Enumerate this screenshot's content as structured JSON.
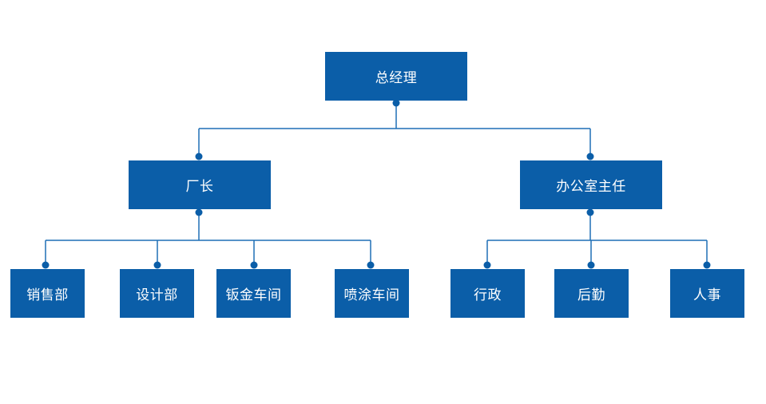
{
  "org_chart": {
    "colors": {
      "box": "#0b5ea8",
      "line": "#1f6fb5",
      "text": "#ffffff",
      "background": "#ffffff"
    },
    "root": {
      "label": "总经理"
    },
    "level1": [
      {
        "label": "厂长"
      },
      {
        "label": "办公室主任"
      }
    ],
    "level2": [
      {
        "label": "销售部",
        "parent": "厂长"
      },
      {
        "label": "设计部",
        "parent": "厂长"
      },
      {
        "label": "钣金车间",
        "parent": "厂长"
      },
      {
        "label": "喷涂车间",
        "parent": "厂长"
      },
      {
        "label": "行政",
        "parent": "办公室主任"
      },
      {
        "label": "后勤",
        "parent": "办公室主任"
      },
      {
        "label": "人事",
        "parent": "办公室主任"
      }
    ]
  }
}
